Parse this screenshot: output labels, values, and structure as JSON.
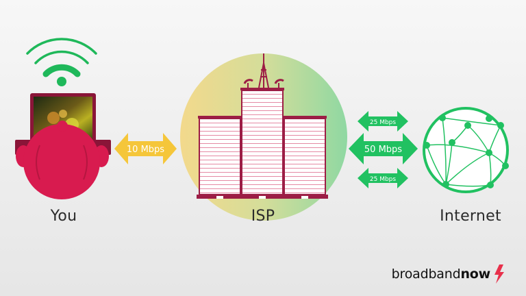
{
  "diagram": {
    "you_label": "You",
    "isp_label": "ISP",
    "internet_label": "Internet",
    "link_you_isp": "10 Mbps",
    "link_isp_internet": [
      "25 Mbps",
      "50 Mbps",
      "25 Mbps"
    ]
  },
  "brand": {
    "part1": "broadband",
    "part2": "now",
    "icon": "lightning-bolt-icon"
  },
  "colors": {
    "user_red": "#d81b4f",
    "laptop_frame": "#8a1538",
    "link_yellow": "#f5c63a",
    "link_green": "#21c161",
    "wifi_green": "#1fb85a",
    "building_stroke": "#9c1d45",
    "brand_red": "#e8304b"
  }
}
